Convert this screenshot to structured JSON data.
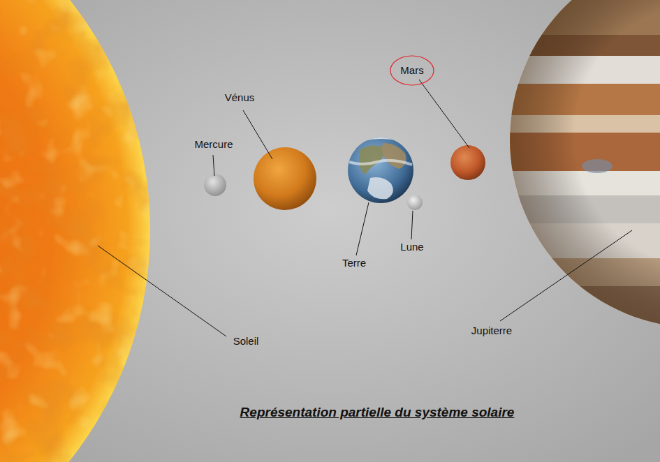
{
  "diagram": {
    "caption": "Représentation partielle du système solaire",
    "nodes": [
      {
        "text": [
          "Mars"
        ]
      }
    ],
    "labels": [
      "Mercure",
      "Vénus",
      "Soleil",
      "Terre",
      "Lune",
      "Jupiterre"
    ]
  }
}
